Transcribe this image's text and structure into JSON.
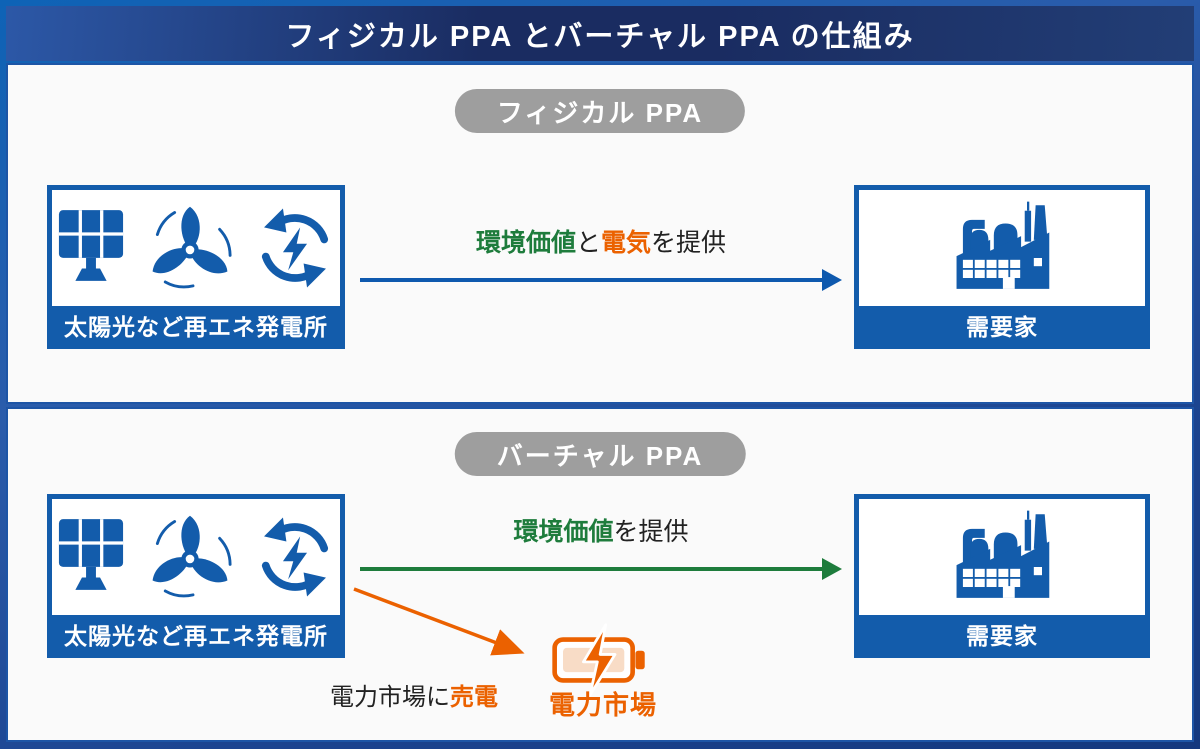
{
  "header": {
    "title": "フィジカル PPA とバーチャル PPA の仕組み"
  },
  "physical": {
    "badge_label": "フィジカル PPA",
    "source_box": {
      "label": "太陽光など再エネ発電所",
      "icons": [
        "solar-panel-icon",
        "wind-turbine-icon",
        "renewable-energy-cycle-icon"
      ]
    },
    "target_box": {
      "label": "需要家",
      "icons": [
        "factory-icon"
      ]
    },
    "flow_parts": [
      "環境価値",
      "と",
      "電気",
      "を提供"
    ]
  },
  "virtual": {
    "badge_label": "バーチャル PPA",
    "source_box": {
      "label": "太陽光など再エネ発電所",
      "icons": [
        "solar-panel-icon",
        "wind-turbine-icon",
        "renewable-energy-cycle-icon"
      ]
    },
    "target_box": {
      "label": "需要家",
      "icons": [
        "factory-icon"
      ]
    },
    "flow_parts": [
      "環境価値",
      "を提供"
    ],
    "market": {
      "label": "電力市場",
      "icon": "battery-icon",
      "note_parts": [
        "電力市場に",
        "売電"
      ]
    }
  },
  "colors": {
    "primary_blue": "#135cab",
    "arrow_blue": "#0e59ae",
    "green": "#1e7c3c",
    "orange": "#eb6100",
    "battery_fill": "#f8dcc6",
    "badge_gray": "#9e9e9e",
    "header_navy": "#1a2c61",
    "panel_bg": "#fafafa"
  }
}
